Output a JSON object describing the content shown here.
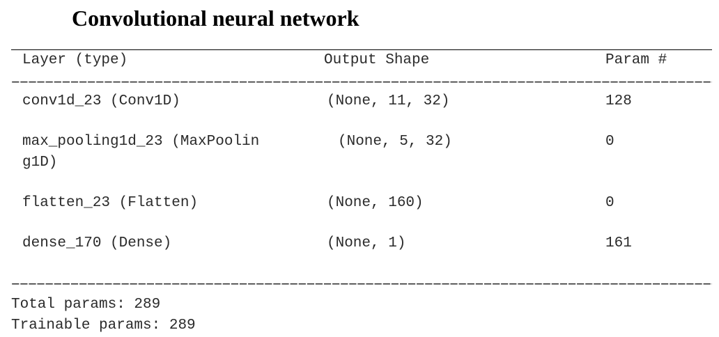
{
  "title": "Convolutional neural network",
  "header": {
    "layer": "Layer (type)",
    "output_shape": "Output Shape",
    "params": "Param #"
  },
  "separator": "==============================================================================================",
  "rows": [
    {
      "layer": "conv1d_23 (Conv1D)",
      "layer_wrap": "",
      "output_shape": "(None, 11, 32)",
      "params": "128"
    },
    {
      "layer": "max_pooling1d_23 (MaxPoolin",
      "layer_wrap": "g1D)",
      "output_shape": "(None, 5, 32)",
      "params": "0"
    },
    {
      "layer": "flatten_23 (Flatten)",
      "layer_wrap": "",
      "output_shape": "(None, 160)",
      "params": "0"
    },
    {
      "layer": "dense_170 (Dense)",
      "layer_wrap": "",
      "output_shape": "(None, 1)",
      "params": "161"
    }
  ],
  "summary": {
    "total": "Total params: 289",
    "trainable": "Trainable params: 289"
  }
}
